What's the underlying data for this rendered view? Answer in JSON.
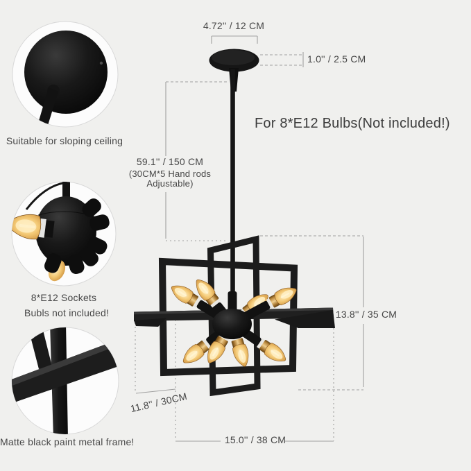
{
  "note": {
    "bulbs": "For 8*E12 Bulbs(Not included!)"
  },
  "dimensions": {
    "canopy_width": "4.72'' / 12 CM",
    "canopy_height": "1.0'' / 2.5 CM",
    "drop_length": "59.1'' / 150 CM",
    "drop_adjust_line1": "(30CM*5 Hand rods",
    "drop_adjust_line2": "Adjustable)",
    "fixture_height": "13.8'' / 35 CM",
    "fixture_depth": "11.8'' / 30CM",
    "fixture_width": "15.0'' / 38 CM"
  },
  "callouts": {
    "sloping_ceiling": "Suitable for sloping ceiling",
    "sockets_line1": "8*E12 Sockets",
    "sockets_line2": "Bubls not included!",
    "frame": "Matte black paint metal frame!"
  },
  "colors": {
    "background": "#f0f0ee",
    "frame_black": "#1c1c1c",
    "brass_socket": "#c89a4e",
    "bulb_amber": "#f2c979",
    "dimension_line": "#a0a0a0",
    "text": "#464646"
  }
}
